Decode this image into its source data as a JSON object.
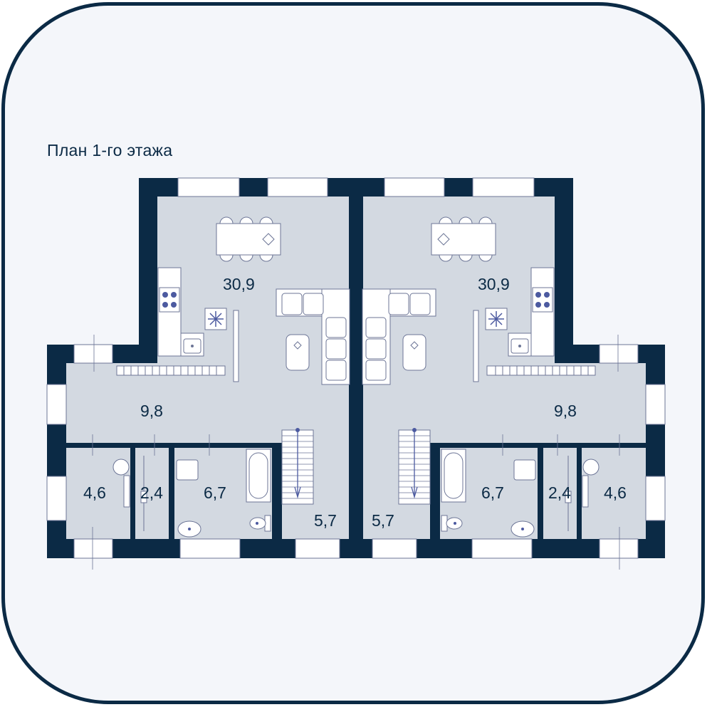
{
  "plan_title": "План 1-го этажа",
  "colors": {
    "wall": "#0b2a45",
    "floor": "#d3d9e1",
    "background": "#f4f6fa",
    "furniture_fill": "#ffffff",
    "furniture_stroke": "#6c7596",
    "appliance_mark": "#4c5aa0"
  },
  "left_unit": {
    "kitchen_living_area": "30,9",
    "hall_area": "9,8",
    "room_a_area": "4,6",
    "room_b_area": "2,4",
    "bathroom_area": "6,7",
    "stair_area": "5,7"
  },
  "right_unit": {
    "kitchen_living_area": "30,9",
    "hall_area": "9,8",
    "room_a_area": "4,6",
    "room_b_area": "2,4",
    "bathroom_area": "6,7",
    "stair_area": "5,7"
  }
}
